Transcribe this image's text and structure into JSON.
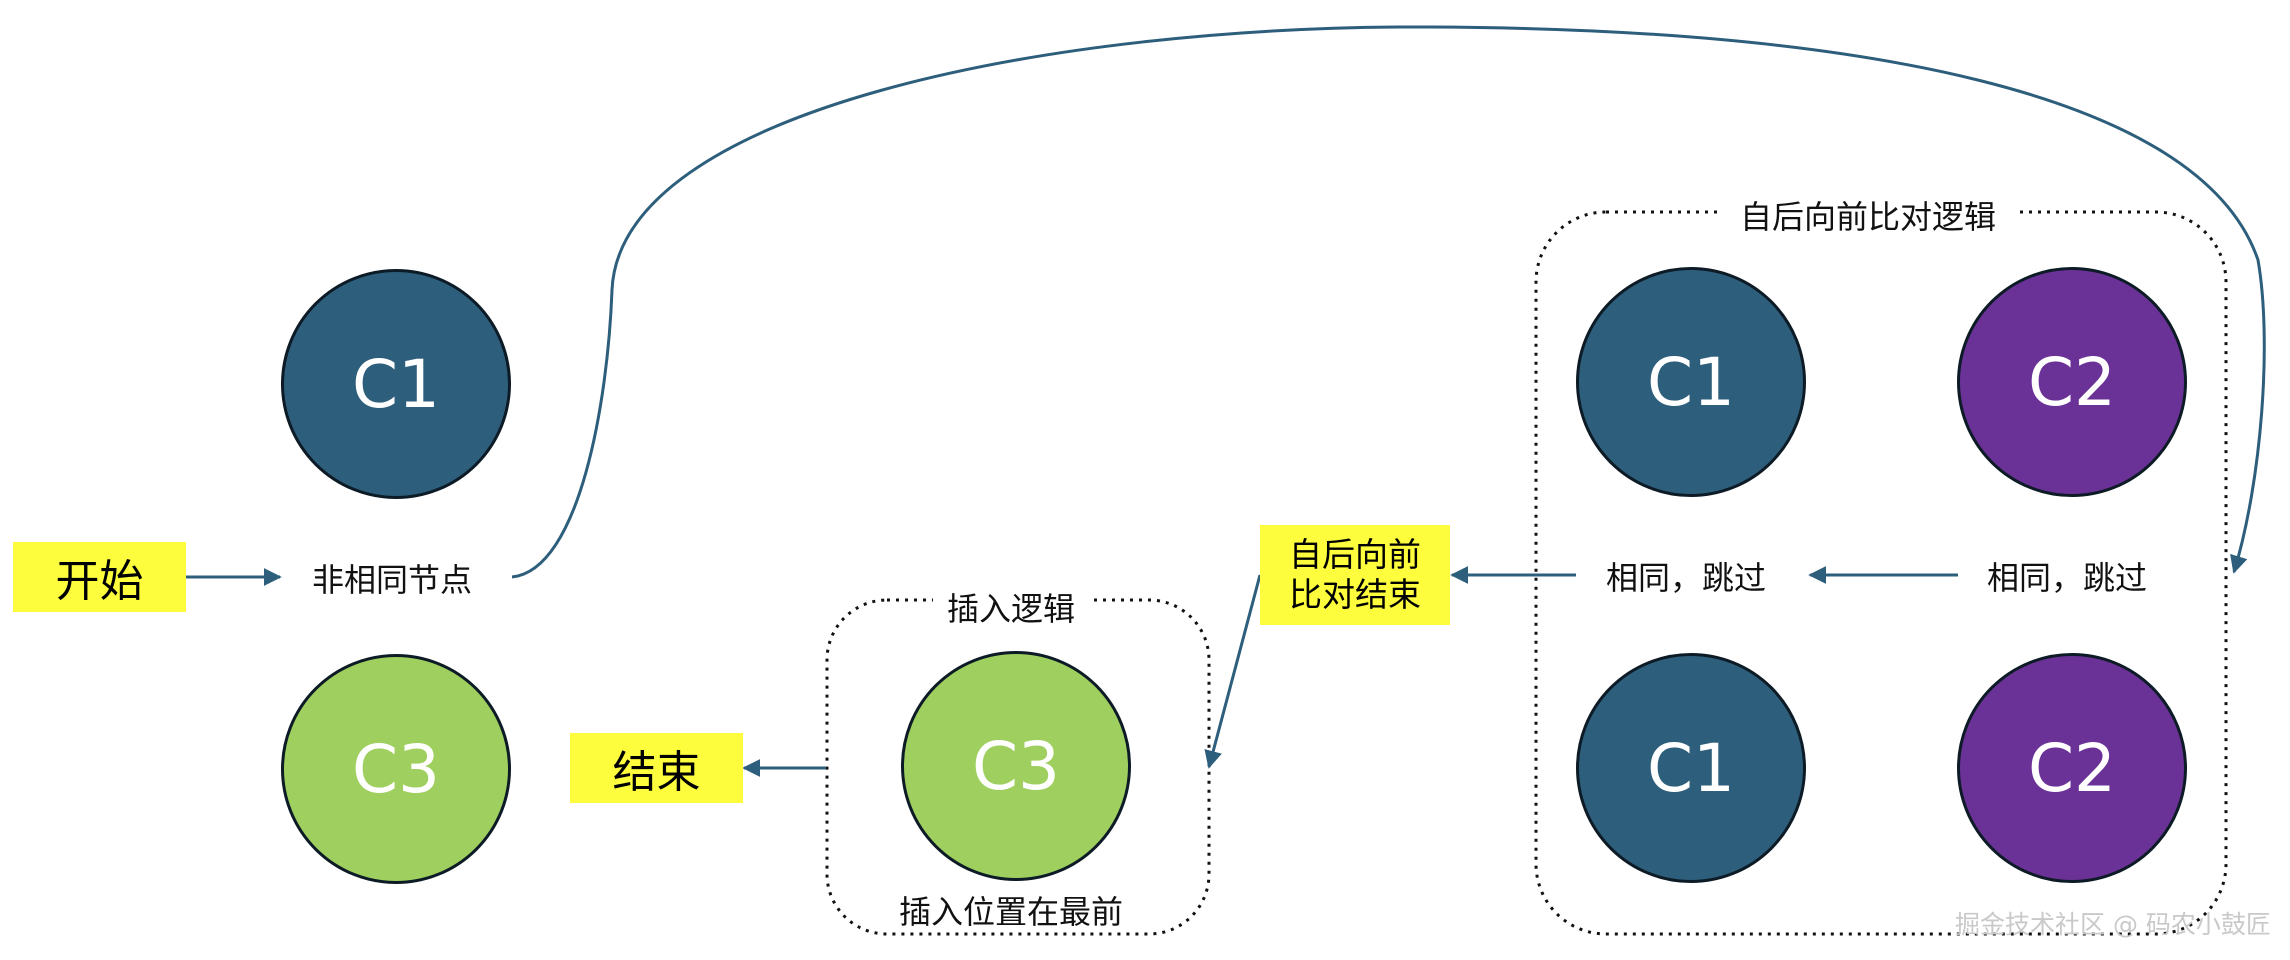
{
  "start_label": "开始",
  "end_label": "结束",
  "non_same_label": "非相同节点",
  "left_column": {
    "top": "C1",
    "bottom": "C3"
  },
  "backward_group": {
    "title": "自后向前比对逻辑",
    "col1": {
      "top": "C1",
      "bottom": "C1",
      "label": "相同，跳过"
    },
    "col2": {
      "top": "C2",
      "bottom": "C2",
      "label": "相同，跳过"
    }
  },
  "backward_end_label": "自后向前\n比对结束",
  "insert_group": {
    "title": "插入逻辑",
    "node": "C3",
    "caption": "插入位置在最前"
  },
  "watermark": "掘金技术社区 @ 码农小鼓匠",
  "colors": {
    "node_blue": "#2d5e7b",
    "node_purple": "#6a3296",
    "node_green": "#9fcf5f",
    "highlight": "#fdfd3e",
    "arrow": "#2d5e7b"
  }
}
